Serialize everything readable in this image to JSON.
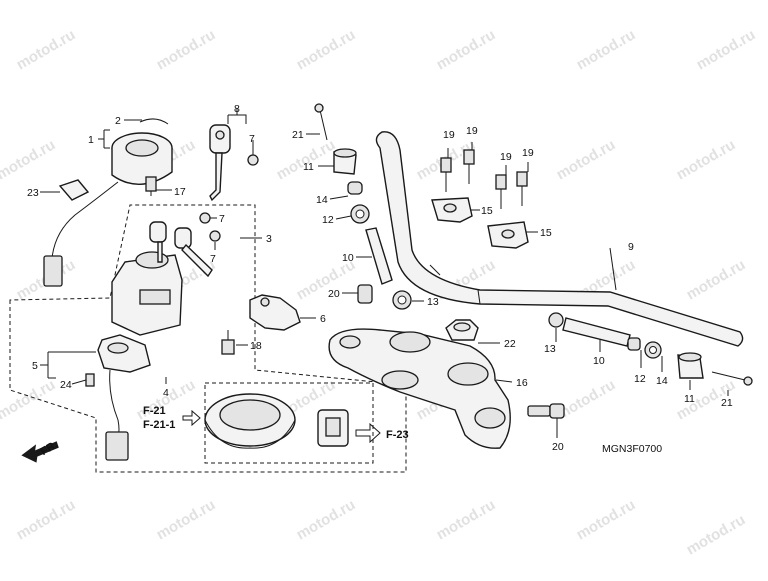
{
  "watermark_text": "motod.ru",
  "diagram_code": "MGN3F0700",
  "direction_label": "FR.",
  "callouts": {
    "c1": "1",
    "c2": "2",
    "c3": "3",
    "c4": "4",
    "c5": "5",
    "c6": "6",
    "c7a": "7",
    "c7b": "7",
    "c7c": "7",
    "c8": "8",
    "c9": "9",
    "c10a": "10",
    "c10b": "10",
    "c11a": "11",
    "c11b": "11",
    "c12a": "12",
    "c12b": "12",
    "c13a": "13",
    "c13b": "13",
    "c14a": "14",
    "c14b": "14",
    "c15a": "15",
    "c15b": "15",
    "c16": "16",
    "c17": "17",
    "c18": "18",
    "c19a": "19",
    "c19b": "19",
    "c19c": "19",
    "c19d": "19",
    "c20a": "20",
    "c20b": "20",
    "c21a": "21",
    "c21b": "21",
    "c22": "22",
    "c23": "23",
    "c24": "24"
  },
  "refs": {
    "f21": "F-21",
    "f21_1": "F-21-1",
    "f23": "F-23"
  },
  "colors": {
    "ink": "#1a1a1a",
    "watermark": "#c9c9c9"
  }
}
